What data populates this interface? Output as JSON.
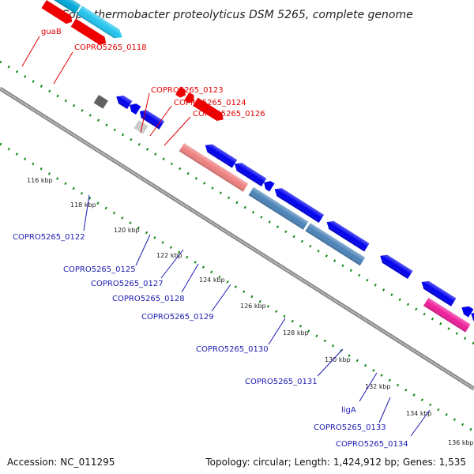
{
  "title": "Coprothermobacter proteolyticus DSM 5265, complete genome",
  "footer": {
    "accession": "Accession: NC_011295",
    "summary": "Topology: circular; Length: 1,424,912 bp; Genes: 1,535"
  },
  "colors": {
    "red": "#ee0000",
    "blue": "#0000ee",
    "sky": "#22c4ee",
    "steel": "#4b83b8",
    "salmon": "#ee8080",
    "magenta": "#ee1e9a",
    "cyan": "#00e6ee",
    "darkgray": "#606060",
    "lightgray": "#cccccc",
    "backbone": "#888888",
    "dots": "#118811"
  },
  "ticks": [
    "116 kbp",
    "118 kbp",
    "120 kbp",
    "122 kbp",
    "124 kbp",
    "126 kbp",
    "128 kbp",
    "130 kbp",
    "132 kbp",
    "134 kbp",
    "136 kbp"
  ],
  "labels": {
    "top": [
      "guaB",
      "COPRO5265_0118",
      "COPRO5265_0123",
      "COPRO5265_0124",
      "COPRO5265_0126"
    ],
    "bottom": [
      "COPRO5265_0122",
      "COPRO5265_0125",
      "COPRO5265_0127",
      "COPRO5265_0128",
      "COPRO5265_0129",
      "COPRO5265_0130",
      "COPRO5265_0131",
      "ligA",
      "COPRO5265_0133",
      "COPRO5265_0134"
    ]
  }
}
